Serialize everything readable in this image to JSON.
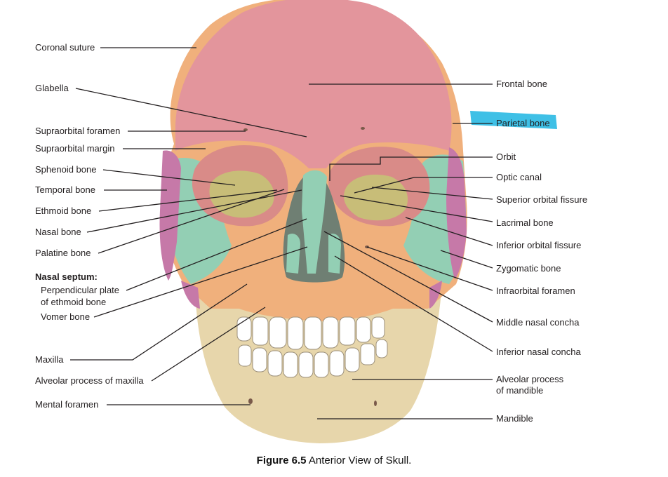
{
  "left_labels": [
    "Coronal suture",
    "Glabella",
    "Supraorbital foramen",
    "Supraorbital margin",
    "Sphenoid bone",
    "Temporal bone",
    "Ethmoid bone",
    "Nasal bone",
    "Palatine bone",
    "Perpendicular plate",
    "of ethmoid bone",
    "Vomer bone",
    "Maxilla",
    "Alveolar process of maxilla",
    "Mental foramen"
  ],
  "nasal_septum_heading": "Nasal septum:",
  "right_labels": [
    "Frontal bone",
    "Parietal bone",
    "Orbit",
    "Optic canal",
    "Superior orbital fissure",
    "Lacrimal bone",
    "Inferior orbital fissure",
    "Zygomatic bone",
    "Infraorbital foramen",
    "Middle nasal concha",
    "Inferior nasal concha",
    "Alveolar process",
    "of mandible",
    "Mandible"
  ],
  "caption": {
    "figure": "Figure 6.5",
    "text": "Anterior View of Skull."
  },
  "colors": {
    "frontal": "#e3959c",
    "orange_bones": "#f0b07c",
    "green_bones": "#93cfb4",
    "purple_bones": "#c679a8",
    "olive": "#c8bd78",
    "mandible": "#e7d6ab",
    "teeth": "#ffffff",
    "highlight": "#3fc0e6",
    "leader_line": "#231f20"
  }
}
